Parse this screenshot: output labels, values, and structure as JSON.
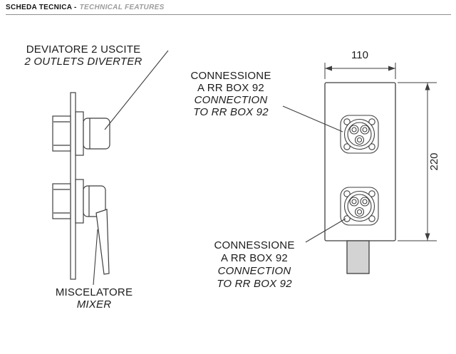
{
  "header": {
    "title_it": "SCHEDA TECNICA -",
    "title_en": "TECHNICAL FEATURES"
  },
  "labels": {
    "diverter": {
      "line1": "DEVIATORE 2 USCITE",
      "line2": "2 OUTLETS DIVERTER"
    },
    "connection_top": {
      "line1": "CONNESSIONE",
      "line2": "A RR BOX 92",
      "line3": "CONNECTION",
      "line4": "TO RR BOX 92"
    },
    "mixer": {
      "line1": "MISCELATORE",
      "line2": "MIXER"
    },
    "connection_bottom": {
      "line1": "CONNESSIONE",
      "line2": "A RR BOX 92",
      "line3": "CONNECTION",
      "line4": "TO RR BOX 92"
    }
  },
  "dimensions": {
    "width_mm": "110",
    "height_mm": "220"
  },
  "colors": {
    "line": "#3f3f3f",
    "text": "#1c1c1c",
    "muted_header": "#9c9c9c",
    "pipe_fill": "#d3d3d3"
  }
}
